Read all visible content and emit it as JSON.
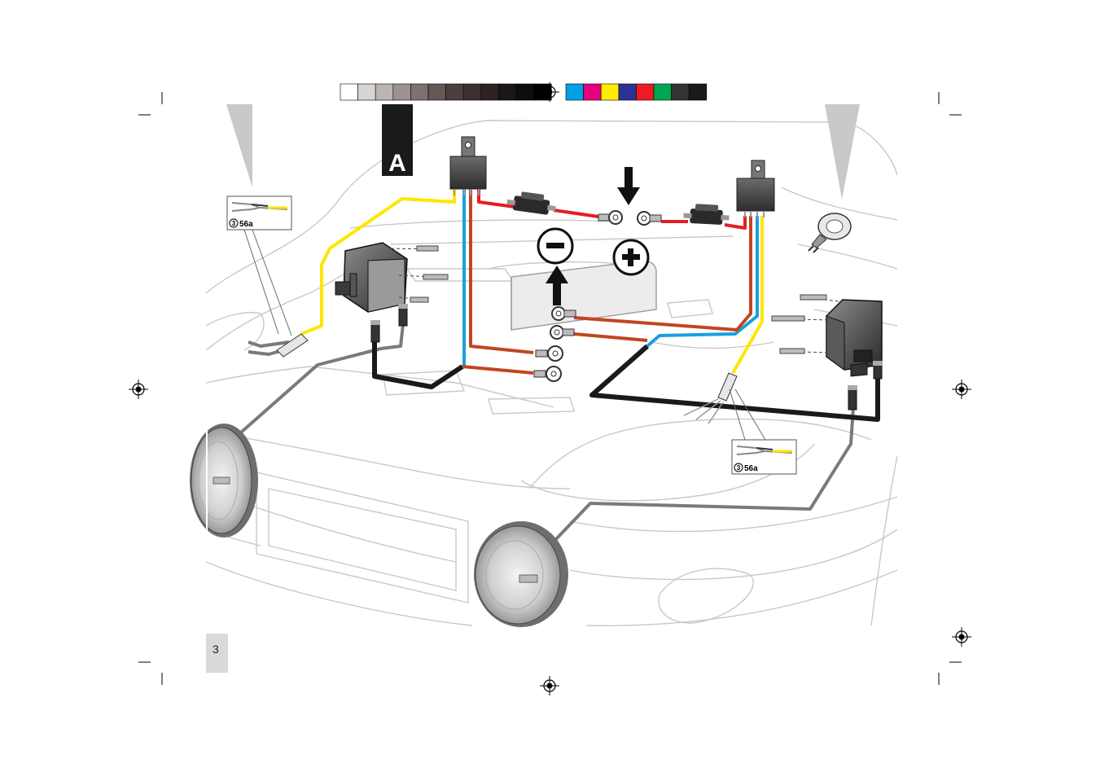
{
  "section_letter": "A",
  "connector_labels": {
    "left": "56a",
    "right": "56a"
  },
  "connector_symbol": "3",
  "page_number": "3",
  "polarity": {
    "negative": "−",
    "positive": "+"
  },
  "wire_colors": {
    "yellow": "#ffe600",
    "blue": "#1aa0dc",
    "red": "#e31e24",
    "brown": "#c0461f",
    "black": "#1a1a1a",
    "grey": "#7a7a7a"
  },
  "grey_swatches": [
    "#ffffff",
    "#d8d4d2",
    "#bcb4b0",
    "#9c928e",
    "#7e7270",
    "#645754",
    "#4c403e",
    "#3b302f",
    "#2b2221",
    "#1d1616",
    "#0f0c0c",
    "#000000"
  ],
  "color_swatches": [
    "#00a0e3",
    "#e5007e",
    "#ffed00",
    "#2e3192",
    "#ed1c24",
    "#00a651",
    "#333333",
    "#1a1a1a"
  ],
  "icons": [
    "registration-mark-icon",
    "crop-mark-icon",
    "arrow-down-icon",
    "arrow-up-icon",
    "relay-icon",
    "fuse-icon",
    "ring-terminal-icon",
    "bulb-icon",
    "switch-module-icon",
    "fog-lamp-icon",
    "screw-icon"
  ]
}
